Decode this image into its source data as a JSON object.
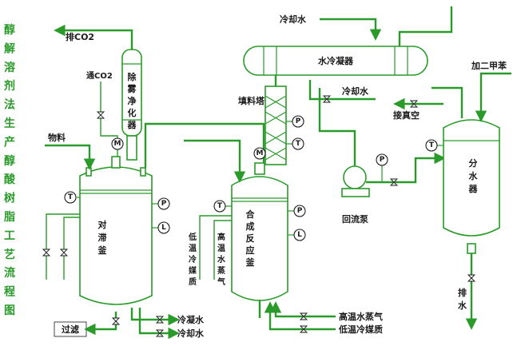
{
  "title_vertical": [
    "醇",
    "解",
    "溶",
    "剂",
    "法",
    "生",
    "产",
    "醇",
    "酸",
    "树",
    "脂",
    "工",
    "艺",
    "流",
    "程",
    "图"
  ],
  "labels": {
    "co2_out": "排CO2",
    "co2_in": "通CO2",
    "demist": [
      "除",
      "雾",
      "净",
      "化",
      "器"
    ],
    "material": "物料",
    "alcoholysis": [
      "对",
      "滞",
      "釜"
    ],
    "filter": "过滤",
    "cond_water_out": "冷凝水",
    "cool_water_out": "冷却水",
    "packing_tower": "填料塔",
    "synthesis": [
      "合",
      "成",
      "反",
      "应",
      "釜"
    ],
    "low_temp_medium": [
      "低",
      "温",
      "冷",
      "媒",
      "质"
    ],
    "high_temp_steam": [
      "高",
      "温",
      "水",
      "蒸",
      "气"
    ],
    "high_temp_steam_in": "高温水蒸气",
    "low_temp_medium_in": "低温冷媒质",
    "water_condenser": "水冷凝器",
    "cool_water_top": "冷却水",
    "cool_water_mid": "冷却水",
    "vacuum": "接真空",
    "reflux_pump": "回流泵",
    "add_xylene": "加二甲苯",
    "separator": [
      "分",
      "水",
      "器"
    ],
    "drain": [
      "排",
      "水"
    ]
  },
  "instruments": {
    "T": "T",
    "P": "P",
    "L": "L",
    "M": "M"
  },
  "colors": {
    "pipe": "#2a9a2a",
    "text": "#1a1a1a",
    "background": "#ffffff"
  }
}
